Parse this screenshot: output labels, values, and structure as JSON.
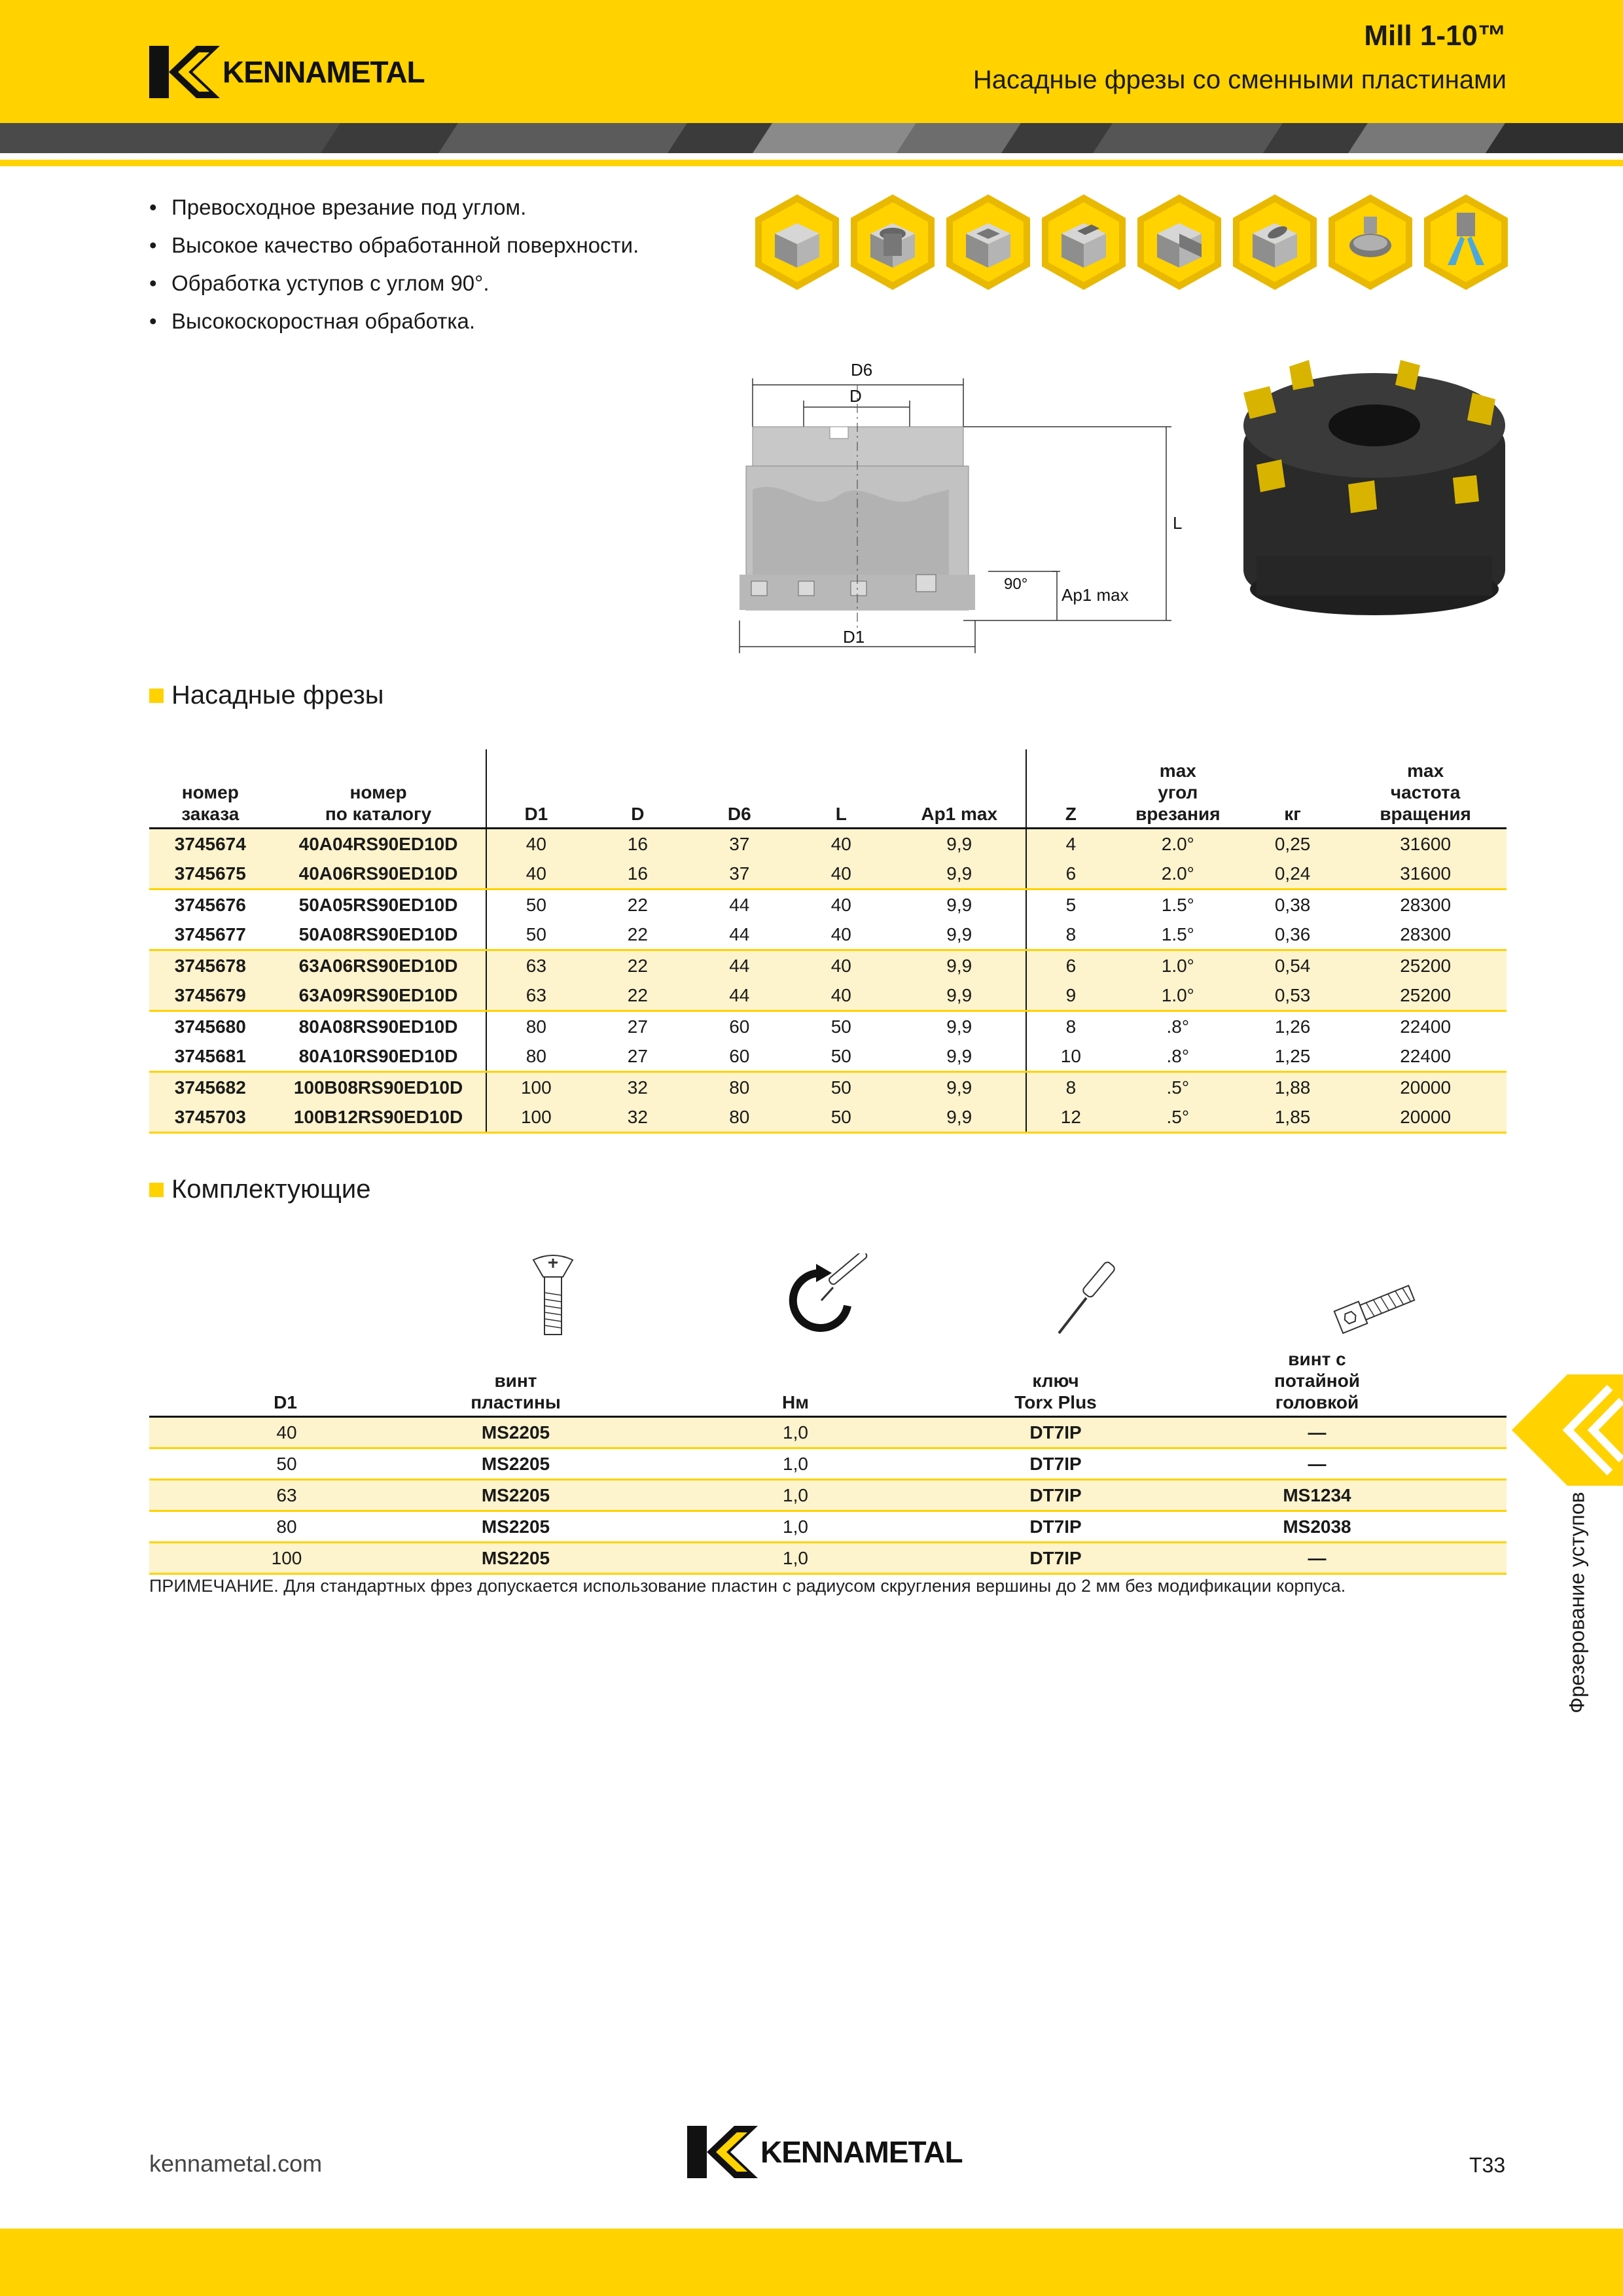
{
  "header": {
    "logo_text": "KENNAMETAL",
    "product_name": "Mill 1-10™",
    "subtitle": "Насадные фрезы со сменными пластинами"
  },
  "features": [
    "Превосходное врезание под углом.",
    "Высокое качество обработанной поверхности.",
    "Обработка уступов с углом 90°.",
    "Высокоскоростная обработка."
  ],
  "application_icons": [
    "face-milling-icon",
    "helical-interpolation-icon",
    "pocketing-icon",
    "slotting-icon",
    "shoulder-milling-icon",
    "plunge-ramping-icon",
    "cutter-body-icon",
    "coolant-icon"
  ],
  "drawing": {
    "labels": {
      "d6": "D6",
      "d": "D",
      "l": "L",
      "d1": "D1",
      "angle": "90°",
      "ap1": "Ap1 max"
    }
  },
  "section_cutters": {
    "title": "Насадные фрезы",
    "columns": {
      "order": [
        "номер",
        "заказа"
      ],
      "catalog": [
        "номер",
        "по каталогу"
      ],
      "d1": "D1",
      "d": "D",
      "d6": "D6",
      "l": "L",
      "ap1": "Ap1 max",
      "z": "Z",
      "ramp": [
        "max",
        "угол",
        "врезания"
      ],
      "kg": "кг",
      "rpm": [
        "max",
        "частота",
        "вращения"
      ]
    },
    "rows": [
      {
        "order": "3745674",
        "catalog": "40A04RS90ED10D",
        "d1": "40",
        "d": "16",
        "d6": "37",
        "l": "40",
        "ap1": "9,9",
        "z": "4",
        "ramp": "2.0°",
        "kg": "0,25",
        "rpm": "31600"
      },
      {
        "order": "3745675",
        "catalog": "40A06RS90ED10D",
        "d1": "40",
        "d": "16",
        "d6": "37",
        "l": "40",
        "ap1": "9,9",
        "z": "6",
        "ramp": "2.0°",
        "kg": "0,24",
        "rpm": "31600"
      },
      {
        "order": "3745676",
        "catalog": "50A05RS90ED10D",
        "d1": "50",
        "d": "22",
        "d6": "44",
        "l": "40",
        "ap1": "9,9",
        "z": "5",
        "ramp": "1.5°",
        "kg": "0,38",
        "rpm": "28300"
      },
      {
        "order": "3745677",
        "catalog": "50A08RS90ED10D",
        "d1": "50",
        "d": "22",
        "d6": "44",
        "l": "40",
        "ap1": "9,9",
        "z": "8",
        "ramp": "1.5°",
        "kg": "0,36",
        "rpm": "28300"
      },
      {
        "order": "3745678",
        "catalog": "63A06RS90ED10D",
        "d1": "63",
        "d": "22",
        "d6": "44",
        "l": "40",
        "ap1": "9,9",
        "z": "6",
        "ramp": "1.0°",
        "kg": "0,54",
        "rpm": "25200"
      },
      {
        "order": "3745679",
        "catalog": "63A09RS90ED10D",
        "d1": "63",
        "d": "22",
        "d6": "44",
        "l": "40",
        "ap1": "9,9",
        "z": "9",
        "ramp": "1.0°",
        "kg": "0,53",
        "rpm": "25200"
      },
      {
        "order": "3745680",
        "catalog": "80A08RS90ED10D",
        "d1": "80",
        "d": "27",
        "d6": "60",
        "l": "50",
        "ap1": "9,9",
        "z": "8",
        "ramp": ".8°",
        "kg": "1,26",
        "rpm": "22400"
      },
      {
        "order": "3745681",
        "catalog": "80A10RS90ED10D",
        "d1": "80",
        "d": "27",
        "d6": "60",
        "l": "50",
        "ap1": "9,9",
        "z": "10",
        "ramp": ".8°",
        "kg": "1,25",
        "rpm": "22400"
      },
      {
        "order": "3745682",
        "catalog": "100B08RS90ED10D",
        "d1": "100",
        "d": "32",
        "d6": "80",
        "l": "50",
        "ap1": "9,9",
        "z": "8",
        "ramp": ".5°",
        "kg": "1,88",
        "rpm": "20000"
      },
      {
        "order": "3745703",
        "catalog": "100B12RS90ED10D",
        "d1": "100",
        "d": "32",
        "d6": "80",
        "l": "50",
        "ap1": "9,9",
        "z": "12",
        "ramp": ".5°",
        "kg": "1,85",
        "rpm": "20000"
      }
    ]
  },
  "section_parts": {
    "title": "Комплектующие",
    "columns": {
      "d1": "D1",
      "screw": [
        "винт",
        "пластины"
      ],
      "nm": "Нм",
      "key": [
        "ключ",
        "Torx Plus"
      ],
      "cap": [
        "винт с",
        "потайной",
        "головкой"
      ]
    },
    "rows": [
      {
        "d1": "40",
        "screw": "MS2205",
        "nm": "1,0",
        "key": "DT7IP",
        "cap": "—"
      },
      {
        "d1": "50",
        "screw": "MS2205",
        "nm": "1,0",
        "key": "DT7IP",
        "cap": "—"
      },
      {
        "d1": "63",
        "screw": "MS2205",
        "nm": "1,0",
        "key": "DT7IP",
        "cap": "MS1234"
      },
      {
        "d1": "80",
        "screw": "MS2205",
        "nm": "1,0",
        "key": "DT7IP",
        "cap": "MS2038"
      },
      {
        "d1": "100",
        "screw": "MS2205",
        "nm": "1,0",
        "key": "DT7IP",
        "cap": "—"
      }
    ]
  },
  "note": "ПРИМЕЧАНИЕ. Для стандартных фрез допускается использование пластин с радиусом скругления вершины до 2 мм без модификации корпуса.",
  "side_tab": "Фрезерование уступов",
  "footer": {
    "url": "kennametal.com",
    "page": "T33",
    "logo_text": "KENNAMETAL"
  },
  "colors": {
    "brand_yellow": "#ffd200",
    "row_highlight": "#fdf3cc",
    "dark": "#1a1a1a"
  }
}
